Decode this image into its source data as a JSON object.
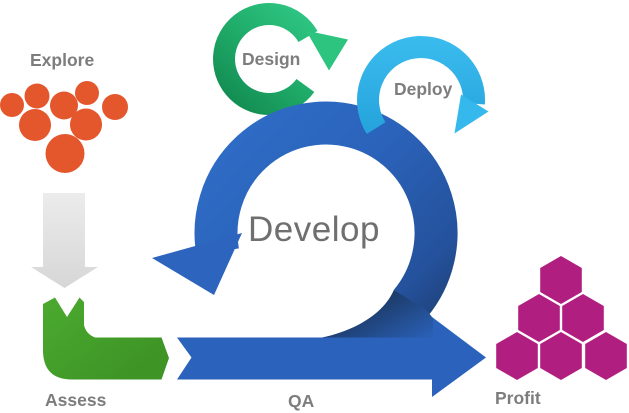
{
  "labels": {
    "explore": "Explore",
    "design": "Design",
    "deploy": "Deploy",
    "develop": "Develop",
    "assess": "Assess",
    "qa": "QA",
    "profit": "Profit"
  },
  "colors": {
    "background": "#ffffff",
    "label_gray": "#7d7d7d",
    "develop_label_gray": "#6f6f6f",
    "explore_orange": "#e4572d",
    "gray_arrow_light": "#ececec",
    "gray_arrow_dark": "#d6d6d6",
    "assess_green_light": "#4aa82e",
    "assess_green_dark": "#3e9526",
    "design_green_light": "#30c885",
    "design_green_mid": "#1faa68",
    "design_green_dark": "#10854c",
    "design_head_green": "#2cc47f",
    "deploy_blue_light": "#3bbcee",
    "deploy_blue_dark": "#1e9cd7",
    "deploy_head_cyan": "#35b8ec",
    "develop_blue_light": "#2f6fc8",
    "develop_blue_mid": "#2b63bb",
    "develop_blue_deep": "#24519b",
    "develop_navy": "#1c3a66",
    "develop_head_blue": "#2c64be",
    "band_blue": "#2b62bb",
    "profit_magenta": "#b01f80"
  },
  "shapes": {
    "explore_dot_count": 8,
    "profit_hexagon_count": 6
  }
}
